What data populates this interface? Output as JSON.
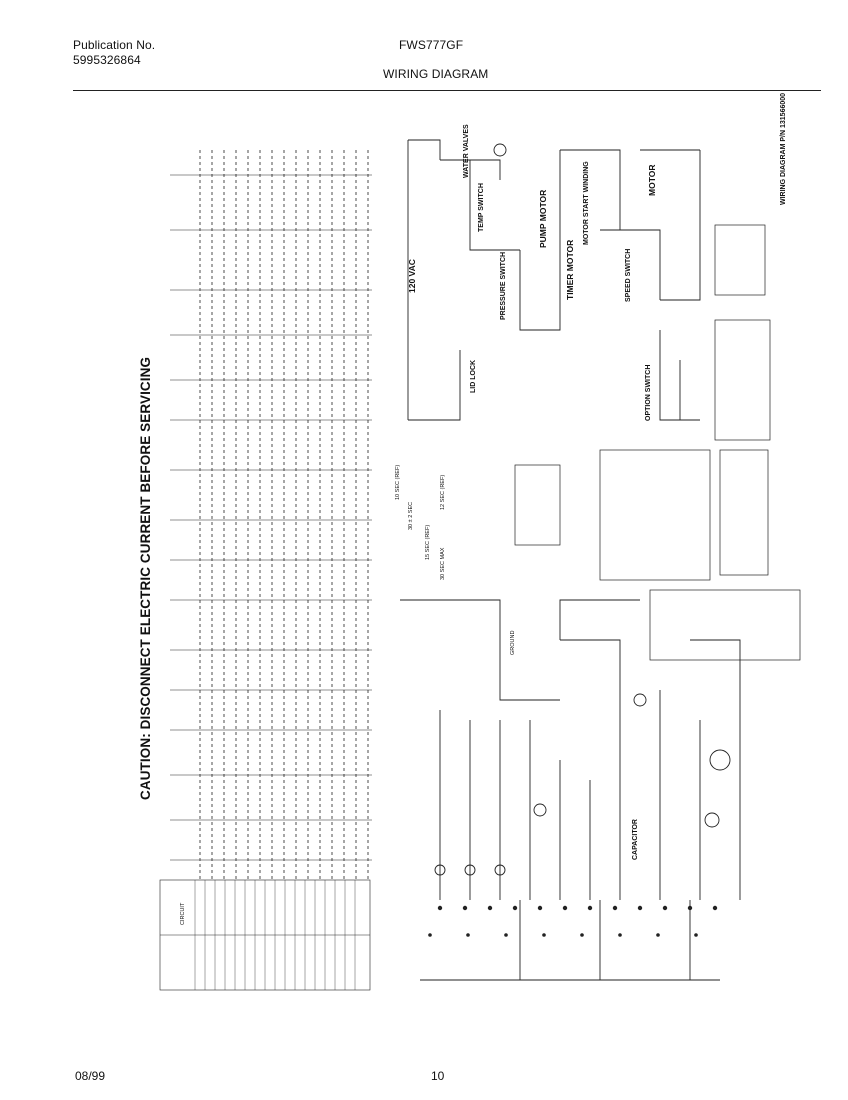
{
  "header": {
    "publication_label": "Publication No.",
    "publication_number": "5995326864",
    "model": "FWS777GF",
    "title": "WIRING DIAGRAM"
  },
  "caution": "CAUTION: DISCONNECT ELECTRIC CURRENT BEFORE SERVICING",
  "labels": {
    "pump_motor": "PUMP MOTOR",
    "timer_motor": "TIMER MOTOR",
    "water_valves": "WATER VALVES",
    "temp_switch": "TEMP SWITCH",
    "pressure_switch": "PRESSURE SWITCH",
    "lid_lock": "LID LOCK",
    "speed_switch": "SPEED SWITCH",
    "option_switch": "OPTION SWITCH",
    "motor_start_winding": "MOTOR START WINDING",
    "motor": "MOTOR",
    "capacitor": "CAPACITOR",
    "vac_120": "120 VAC",
    "wiring_diagram_pn": "WIRING DIAGRAM P/N 131566000",
    "sec_10": "10 SEC (REF)",
    "sec_12": "12 SEC (REF)",
    "sec_15": "15 SEC (REF)",
    "sec_30": "30 ± 2 SEC",
    "sec_max": "30 SEC MAX",
    "ground": "GROUND",
    "circuit": "CIRCUIT"
  },
  "footer": {
    "date": "08/99",
    "page": "10"
  }
}
